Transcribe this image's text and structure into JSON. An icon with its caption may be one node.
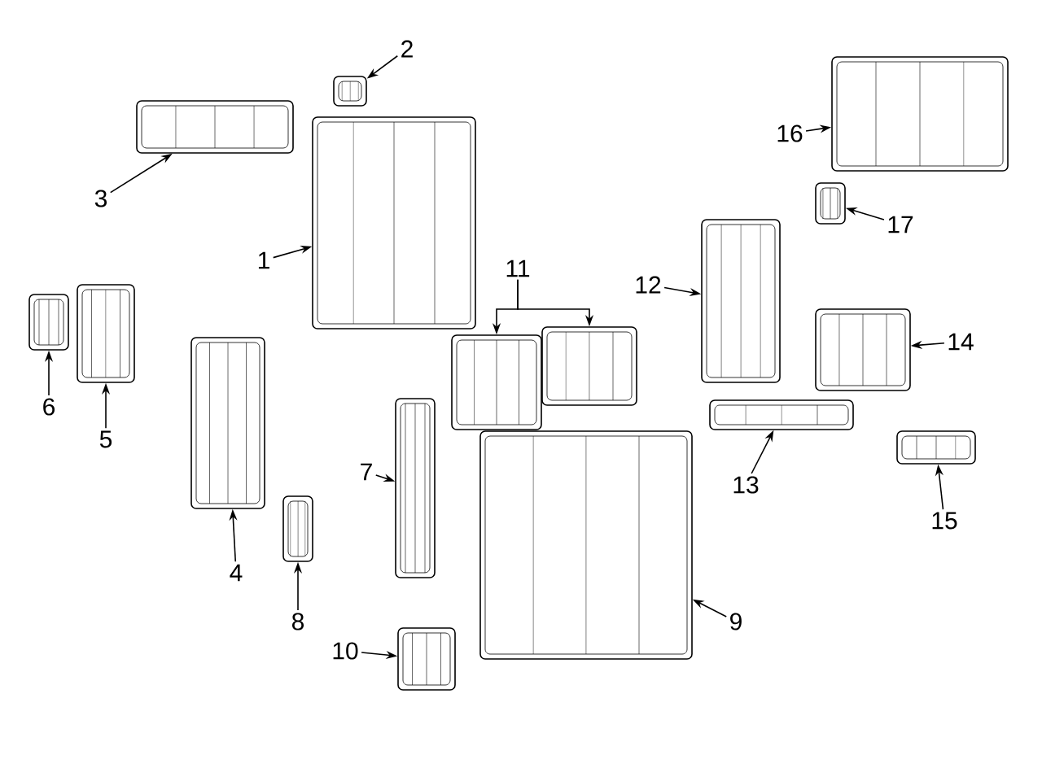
{
  "diagram": {
    "nodes": [
      {
        "text": [
          "1"
        ]
      },
      {
        "text": [
          "2"
        ]
      },
      {
        "text": [
          "3"
        ]
      },
      {
        "text": [
          "4"
        ]
      },
      {
        "text": [
          "5"
        ]
      },
      {
        "text": [
          "6"
        ]
      },
      {
        "text": [
          "7"
        ]
      },
      {
        "text": [
          "8"
        ]
      },
      {
        "text": [
          "9"
        ]
      },
      {
        "text": [
          "10"
        ]
      },
      {
        "text": [
          "11"
        ]
      },
      {
        "text": [
          "12"
        ]
      },
      {
        "text": [
          "13"
        ]
      },
      {
        "text": [
          "14"
        ]
      },
      {
        "text": [
          "15"
        ]
      },
      {
        "text": [
          "16"
        ]
      },
      {
        "text": [
          "17"
        ]
      },
      {
        "text": [],
        "shape": "picture"
      },
      {
        "text": [],
        "shape": "picture"
      },
      {
        "text": [],
        "shape": "picture"
      },
      {
        "text": [],
        "shape": "picture"
      },
      {
        "text": [],
        "shape": "picture"
      },
      {
        "text": [],
        "shape": "picture"
      },
      {
        "text": [],
        "shape": "picture"
      },
      {
        "text": [],
        "shape": "picture"
      },
      {
        "text": [],
        "shape": "picture"
      },
      {
        "text": [],
        "shape": "picture"
      },
      {
        "text": [],
        "shape": "picture"
      },
      {
        "text": [],
        "shape": "picture"
      },
      {
        "text": [],
        "shape": "picture"
      },
      {
        "text": [],
        "shape": "picture"
      },
      {
        "text": [],
        "shape": "picture"
      },
      {
        "text": [],
        "shape": "picture"
      },
      {
        "text": [],
        "shape": "picture"
      },
      {
        "text": [],
        "shape": "picture"
      }
    ],
    "edges": [
      {
        "from": 0,
        "to": 17,
        "arrow": "to"
      },
      {
        "from": 1,
        "to": 18,
        "arrow": "to"
      },
      {
        "from": 2,
        "to": 19,
        "arrow": "to"
      },
      {
        "from": 3,
        "to": 20,
        "arrow": "to"
      },
      {
        "from": 4,
        "to": 21,
        "arrow": "to"
      },
      {
        "from": 5,
        "to": 22,
        "arrow": "to"
      },
      {
        "from": 6,
        "to": 23,
        "arrow": "to"
      },
      {
        "from": 7,
        "to": 24,
        "arrow": "to"
      },
      {
        "from": 8,
        "to": 25,
        "arrow": "to"
      },
      {
        "from": 9,
        "to": 26,
        "arrow": "to"
      },
      {
        "from": 10,
        "to": 27,
        "arrow": "to"
      },
      {
        "from": 10,
        "to": 28,
        "arrow": "to"
      },
      {
        "from": 11,
        "to": 29,
        "arrow": "to"
      },
      {
        "from": 12,
        "to": 30,
        "arrow": "to"
      },
      {
        "from": 13,
        "to": 31,
        "arrow": "to"
      },
      {
        "from": 14,
        "to": 32,
        "arrow": "to"
      },
      {
        "from": 15,
        "to": 33,
        "arrow": "to"
      },
      {
        "from": 16,
        "to": 34,
        "arrow": "to"
      }
    ]
  }
}
